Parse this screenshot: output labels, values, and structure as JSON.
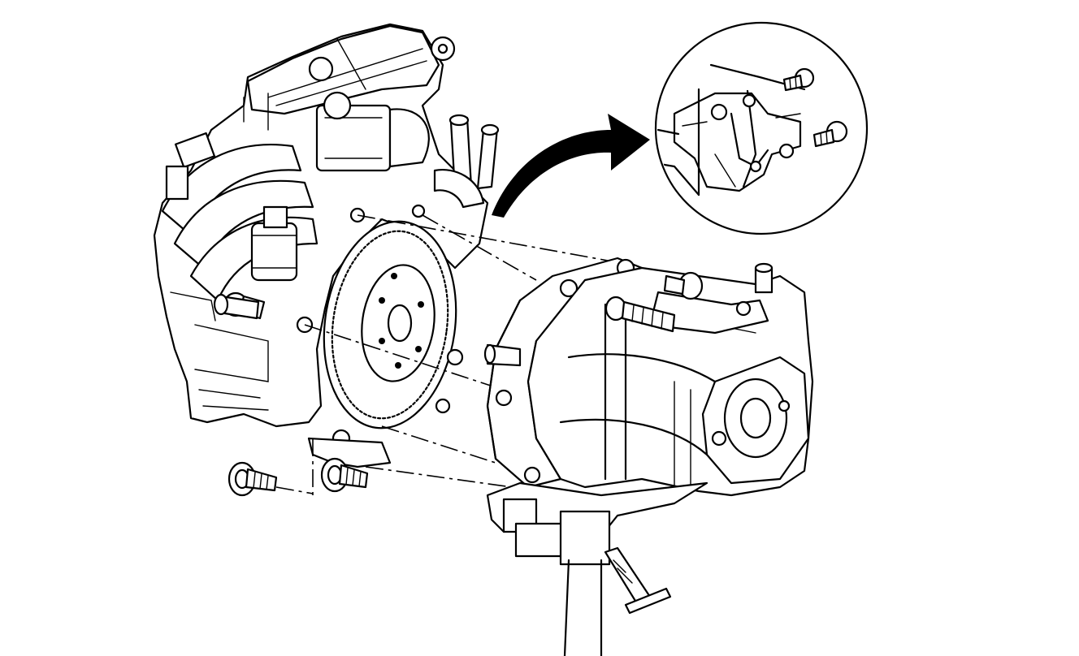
{
  "colors": {
    "line": "#000000",
    "background": "#ffffff"
  },
  "parts": [
    "engine-block",
    "intake-manifold",
    "flywheel",
    "transmission",
    "transmission-jack",
    "mounting-bolts",
    "detail-inset"
  ]
}
